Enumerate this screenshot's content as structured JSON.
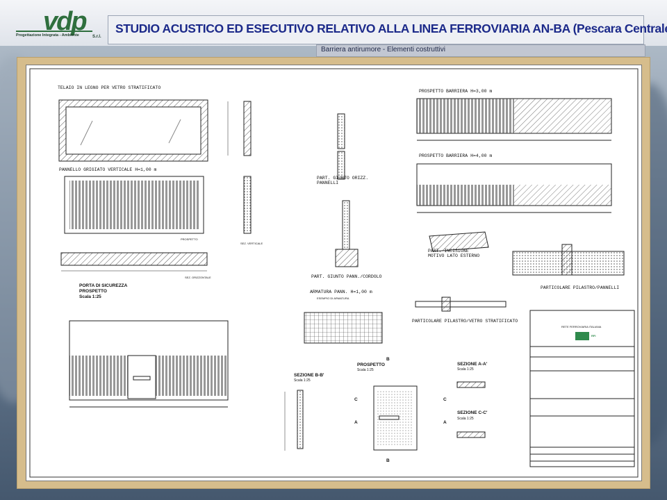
{
  "header": {
    "logo_mark": "vdp",
    "logo_subtitle": "Progettazione Integrata - Ambiente",
    "logo_suffix": "S.r.l.",
    "title": "STUDIO ACUSTICO ED ESECUTIVO RELATIVO ALLA LINEA FERROVIARIA AN-BA (Pescara Centrale)",
    "subtitle": "Barriera antirumore - Elementi costruttivi"
  },
  "drawing": {
    "telaio_title": "TELAIO IN LEGNO PER VETRO STRATIFICATO",
    "pannello_title": "PANNELLO GRIGIATO VERTICALE H=1,00 m",
    "prospetto1_title": "PROSPETTO BARRIERA H=3,00 m",
    "prospetto2_title": "PROSPETTO BARRIERA H=4,00 m",
    "giunto_orizz_title": "PART. GIUNTO ORIZZ. PANNELLI",
    "giunto_cordolo_title": "PART. GIUNTO PANN./CORDOLO",
    "incisione_title": "PART. INCISIONE MOTIVO LATO ESTERNO",
    "pilastro_pannelli_title": "PARTICOLARE PILASTRO/PANNELLI",
    "pilastro_vetro_title": "PARTICOLARE PILASTRO/VETRO STRATIFICATO",
    "armatura_title": "ARMATURA PANN. H=1,00 m",
    "armatura_sub": "ESEMPIO DI ARMATURA",
    "porta_title": "PORTA DI SICUREZZA",
    "porta_sub": "PROSPETTO",
    "porta_scale": "Scala 1:25",
    "sezione_bb": "SEZIONE B-B'",
    "sezione_bb_scale": "Scala 1:25",
    "prospetto_small": "PROSPETTO",
    "prospetto_small_scale": "Scala 1:25",
    "sezione_aa": "SEZIONE A-A'",
    "sezione_aa_scale": "Scala 1:25",
    "sezione_cc": "SEZIONE C-C'",
    "sezione_cc_scale": "Scala 1:25",
    "sec_verticale": "SEZ. VERTICALE",
    "sec_orizzontale": "SEZ. ORIZZONTALE",
    "prospetto_lbl": "PROSPETTO",
    "marker_b": "B",
    "marker_c": "C",
    "marker_a": "A"
  },
  "title_block": {
    "company": "RETE FERROVIARIA ITALIANA",
    "logo": "RFI"
  },
  "colors": {
    "title_blue": "#1c2a8a",
    "frame_tan": "#d6bd8c",
    "logo_green": "#2f6f3e"
  }
}
